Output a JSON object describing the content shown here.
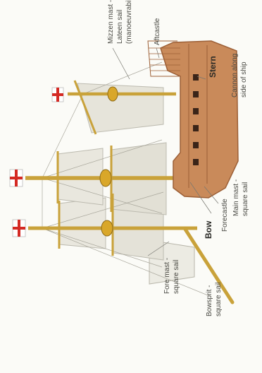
{
  "labels": {
    "mizzen_line1": "Mizzen mast -",
    "mizzen_line2": "Lateen sail",
    "mizzen_line3": "(manoeuvrability)",
    "aftcastle": "Aftcastle",
    "stern": "Stern",
    "cannon_line1": "Cannon along",
    "cannon_line2": "side of ship",
    "main_line1": "Main mast -",
    "main_line2": "square sail",
    "forecastle": "Forecastle",
    "bow": "Bow",
    "fore_line1": "Fore mast -",
    "fore_line2": "square sail",
    "bowsprit_line1": "Bowsprit -",
    "bowsprit_line2": "square sail"
  },
  "colors": {
    "hull": "#c98a5a",
    "hull_dark": "#9c5f36",
    "mast": "#c9a23a",
    "sail": "#e9e7de",
    "flag_cross": "#d42a24"
  }
}
